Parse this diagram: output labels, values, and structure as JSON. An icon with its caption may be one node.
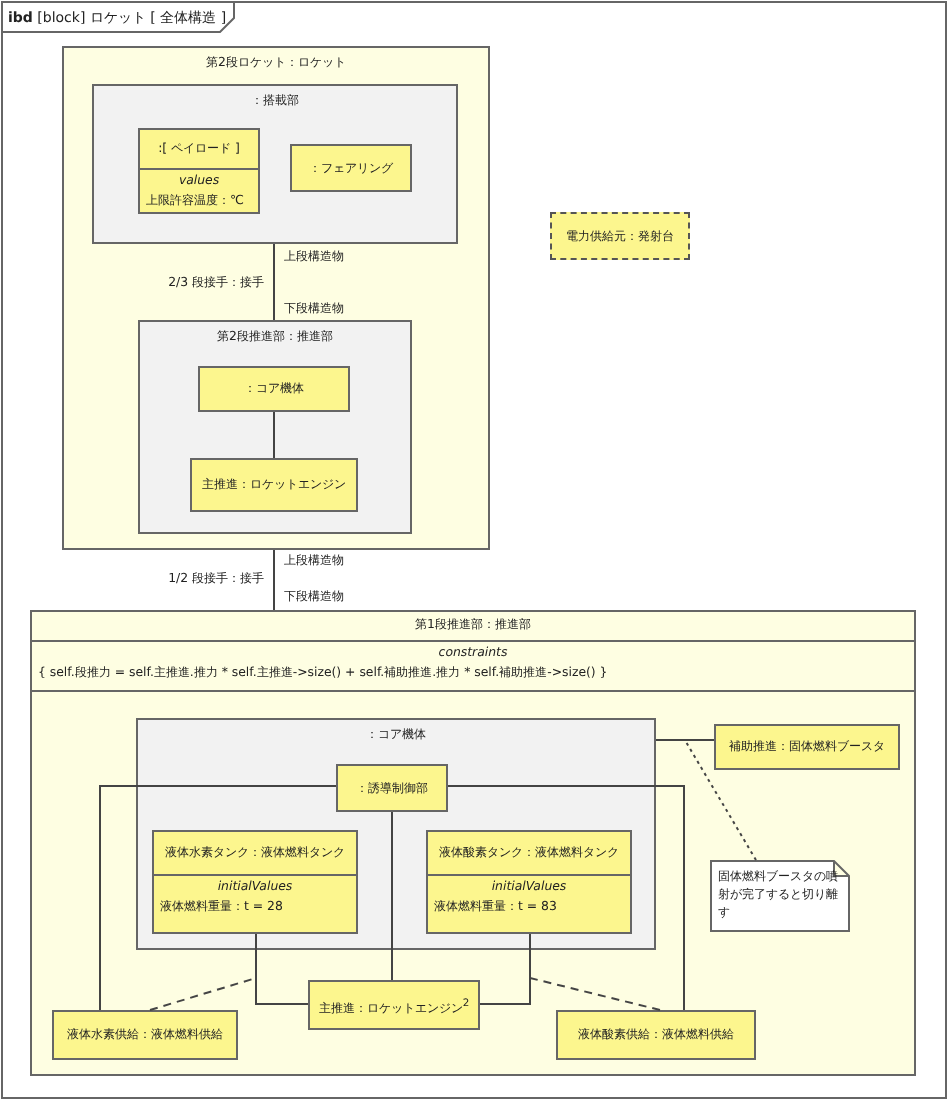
{
  "diagram": {
    "title": "**ibd** [block] ロケット [ 全体構造 ]",
    "nodes": [
      {
        "text": [
          "第2段ロケット：ロケット"
        ]
      },
      {
        "text": [
          "：搭載部"
        ],
        "in": 0
      },
      {
        "text": [
          ":[ ペイロード ]",
          "values",
          "上限許容温度：℃"
        ],
        "in": 1
      },
      {
        "text": [
          "：フェアリング"
        ],
        "in": 1
      },
      {
        "text": [
          "電力供給元：発射台"
        ]
      },
      {
        "text": [
          "第2段推進部：推進部"
        ],
        "in": 0
      },
      {
        "text": [
          "：コア機体"
        ],
        "in": 5
      },
      {
        "text": [
          "主推進：ロケットエンジン"
        ],
        "in": 5
      },
      {
        "text": [
          "第1段推進部：推進部",
          "constraints",
          "{ self.段推力 = self.主推進.推力 * self.主推進->size() + self.補助推進.推力 * self.補助推進->size() }"
        ]
      },
      {
        "text": [
          "：コア機体"
        ],
        "in": 8
      },
      {
        "text": [
          "：誘導制御部"
        ],
        "in": 9
      },
      {
        "text": [
          "液体水素タンク：液体燃料タンク",
          "initialValues",
          "液体燃料重量：t = 28"
        ],
        "in": 9
      },
      {
        "text": [
          "液体酸素タンク：液体燃料タンク",
          "initialValues",
          "液体燃料重量：t = 83"
        ],
        "in": 9
      },
      {
        "text": [
          "補助推進：固体燃料ブースタ"
        ],
        "in": 8
      },
      {
        "text": [
          "主推進：ロケットエンジン$^{2}$"
        ],
        "in": 8
      },
      {
        "text": [
          "液体水素供給：液体燃料供給"
        ],
        "in": 8
      },
      {
        "text": [
          "液体酸素供給：液体燃料供給"
        ],
        "in": 8
      },
      {
        "text": [
          "固体燃料ブースタの噴射が完了すると切り離す"
        ],
        "in": 8
      }
    ],
    "edges": [
      {
        "from": 1,
        "to": 5,
        "arrow": "none",
        "label": "2/3 段接手：接手"
      },
      {
        "from": 6,
        "to": 7,
        "arrow": "none"
      },
      {
        "from": 0,
        "to": 8,
        "arrow": "none",
        "label": "1/2 段接手：接手"
      },
      {
        "from": 9,
        "to": 13,
        "arrow": "none"
      },
      {
        "from": 17,
        "to": null,
        "arrow": "none",
        "style": "dashed"
      },
      {
        "from": 10,
        "to": 15,
        "arrow": "none"
      },
      {
        "from": 10,
        "to": 16,
        "arrow": "none"
      },
      {
        "from": 10,
        "to": 14,
        "arrow": "none"
      },
      {
        "from": 11,
        "to": 14,
        "arrow": "none"
      },
      {
        "from": 12,
        "to": 14,
        "arrow": "none"
      },
      {
        "from": 15,
        "to": null,
        "arrow": "none",
        "style": "dashed"
      },
      {
        "from": 16,
        "to": null,
        "arrow": "none",
        "style": "dashed"
      }
    ],
    "labels": [
      "上段構造物",
      "下段構造物",
      "上段構造物",
      "下段構造物"
    ]
  }
}
